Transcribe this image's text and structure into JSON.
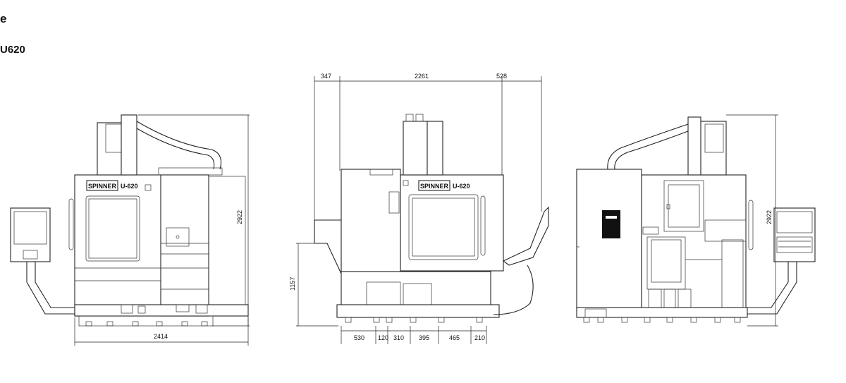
{
  "header": {
    "line1": "e",
    "line2": "U620"
  },
  "brand": {
    "name": "SPINNER",
    "model": "U-620"
  },
  "dimensions": {
    "front_width": "2414",
    "height": "2922",
    "top_left": "347",
    "top_mid": "2261",
    "top_right": "528",
    "table_height": "1157",
    "b1": "530",
    "b2": "120",
    "b3": "310",
    "b4": "395",
    "b5": "465",
    "b6": "210"
  }
}
